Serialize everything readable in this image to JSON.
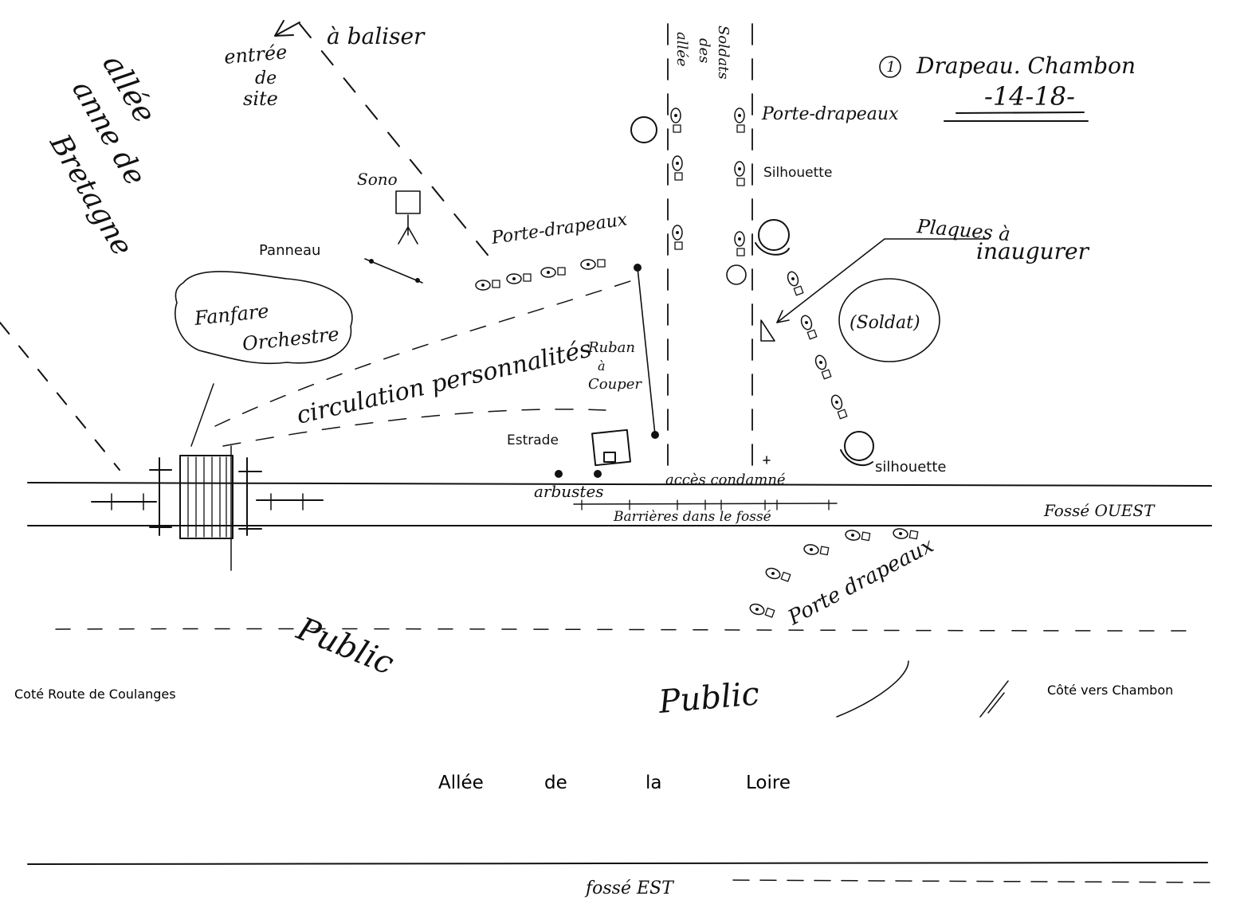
{
  "handwritten": {
    "title_flag": "Drapeau. Chambon",
    "title_circle_num": "1",
    "title_dates": "-14-18-",
    "allee_anne": [
      "allée",
      "anne de",
      "Bretagne"
    ],
    "entree_site": [
      "entrée",
      "de",
      "site"
    ],
    "a_baliser": "à baliser",
    "allee_soldats": [
      "allée",
      "des",
      "Soldats"
    ],
    "porte_drapeaux_top": "Porte-drapeaux",
    "silhouette_top": "Silhouette",
    "plaques": [
      "Plaques à",
      "inaugurer"
    ],
    "sono": "Sono",
    "panneau": "Panneau",
    "porte_drapeaux_mid": "Porte-drapeaux",
    "fanfare": [
      "Fanfare",
      "Orchestre"
    ],
    "soldat": "(Soldat)",
    "ruban": [
      "Ruban",
      "à",
      "Couper"
    ],
    "circulation": "circulation personnalités",
    "estrade": "Estrade",
    "silhouette_bottom": "silhouette",
    "acces_condamne": "accès condamné",
    "arbustes": "arbustes",
    "barrieres": "Barrières dans le fossé",
    "fosse_ouest": "Fossé OUEST",
    "porte_drapeaux_bottom": "Porte drapeaux",
    "public_1": "Public",
    "public_2": "Public",
    "fosse_est": "fossé EST"
  },
  "typed": {
    "cote_left": "Coté Route de Coulanges",
    "cote_right": "Côté  vers Chambon",
    "allee_loire": [
      "Allée",
      "de",
      "la",
      "Loire"
    ]
  }
}
